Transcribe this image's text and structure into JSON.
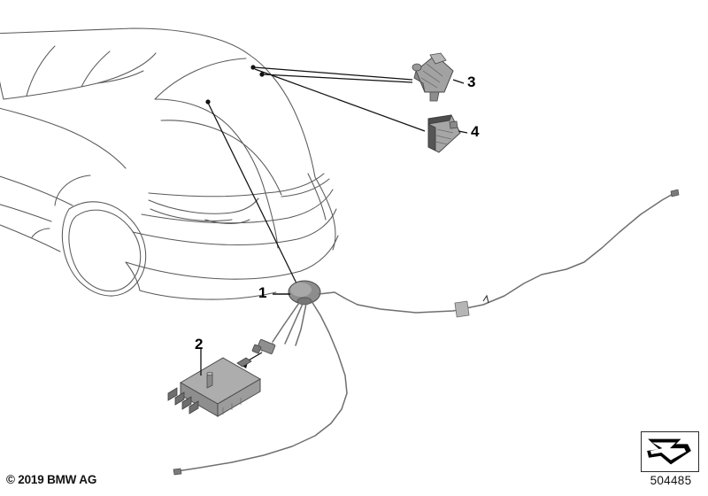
{
  "diagram": {
    "title": "BMW antenna system rear view parts diagram",
    "vehicle_view": "rear three-quarter hatchback outline",
    "line_color": "#555555",
    "part_fill": "#9a9a9a",
    "part_stroke": "#4a4a4a"
  },
  "callouts": [
    {
      "number": "1",
      "name": "roof-antenna-base",
      "description": "Roof antenna base dome with cable harness"
    },
    {
      "number": "2",
      "name": "antenna-amplifier-module",
      "description": "Antenna amplifier module with connectors"
    },
    {
      "number": "3",
      "name": "antenna-amplifier-upper",
      "description": "Small antenna amplifier unit"
    },
    {
      "number": "4",
      "name": "antenna-amplifier-flat",
      "description": "Flat elongated antenna amplifier unit"
    }
  ],
  "footer": {
    "copyright": "© 2019 BMW AG",
    "diagram_number": "504485",
    "ref_icon": "arrow-chevron-icon"
  }
}
